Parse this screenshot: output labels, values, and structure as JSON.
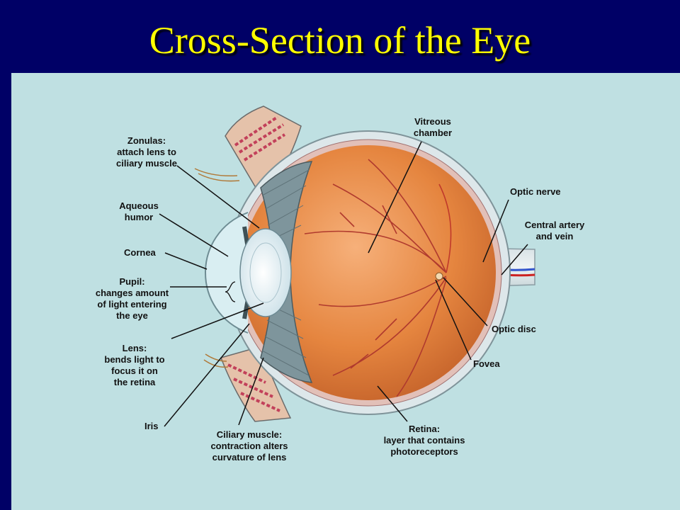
{
  "title": "Cross-Section of the Eye",
  "labels": {
    "zonulas": "Zonulas:\nattach lens to\nciliary muscle",
    "aqueous": "Aqueous\nhumor",
    "cornea": "Cornea",
    "pupil": "Pupil:\nchanges amount\nof light entering\nthe eye",
    "lens": "Lens:\nbends light to\nfocus it on\nthe retina",
    "iris": "Iris",
    "ciliary": "Ciliary muscle:\ncontraction alters\ncurvature of lens",
    "retina": "Retina:\nlayer that contains\nphotoreceptors",
    "fovea": "Fovea",
    "optic_disc": "Optic disc",
    "central_artery": "Central artery\nand vein",
    "optic_nerve": "Optic nerve",
    "vitreous": "Vitreous\nchamber"
  },
  "colors": {
    "background": "#000066",
    "title": "#ffff00",
    "panel": "#bfe0e2",
    "eyeball": "#e8894c",
    "sclera": "#dfe8ea",
    "vessels": "#c0392b"
  }
}
